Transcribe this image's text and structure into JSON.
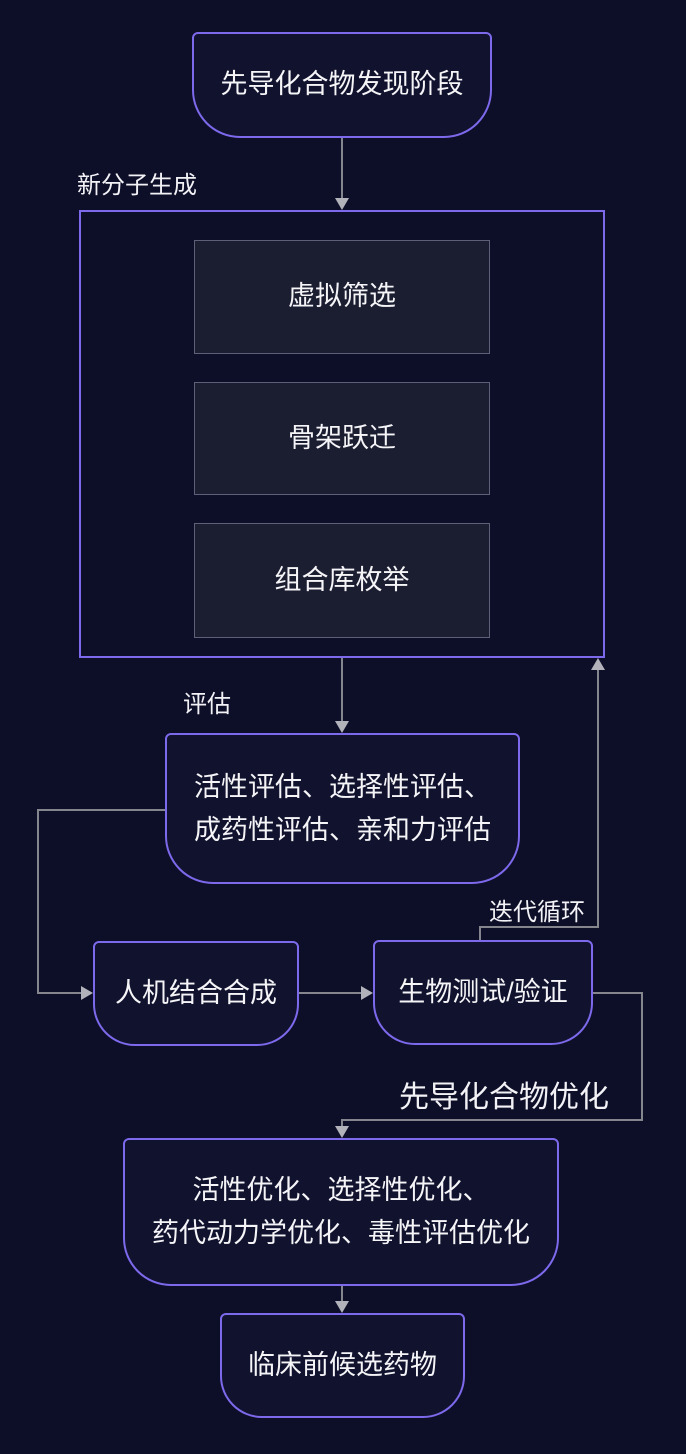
{
  "diagram": {
    "nodes": {
      "lead_discovery": "先导化合物发现阶段",
      "virtual_screening": "虚拟筛选",
      "scaffold_hopping": "骨架跃迁",
      "library_enumeration": "组合库枚举",
      "evaluation_line1": "活性评估、选择性评估、",
      "evaluation_line2": "成药性评估、亲和力评估",
      "human_machine_synthesis": "人机结合合成",
      "bio_testing": "生物测试/验证",
      "optimization_line1": "活性优化、选择性优化、",
      "optimization_line2": "药代动力学优化、毒性评估优化",
      "preclinical_candidate": "临床前候选药物"
    },
    "edge_labels": {
      "new_molecule_generation": "新分子生成",
      "evaluate": "评估",
      "iteration_loop": "迭代循环",
      "lead_optimization": "先导化合物优化"
    },
    "colors": {
      "background": "#0d0e28",
      "node_border": "#7d69eb",
      "node_fill": "#11122e",
      "inner_node_border": "#5c6078",
      "inner_node_fill": "#1b1d31",
      "connector": "#85858e",
      "arrowhead": "#b2b2ba",
      "text": "#f5f5f8"
    }
  }
}
